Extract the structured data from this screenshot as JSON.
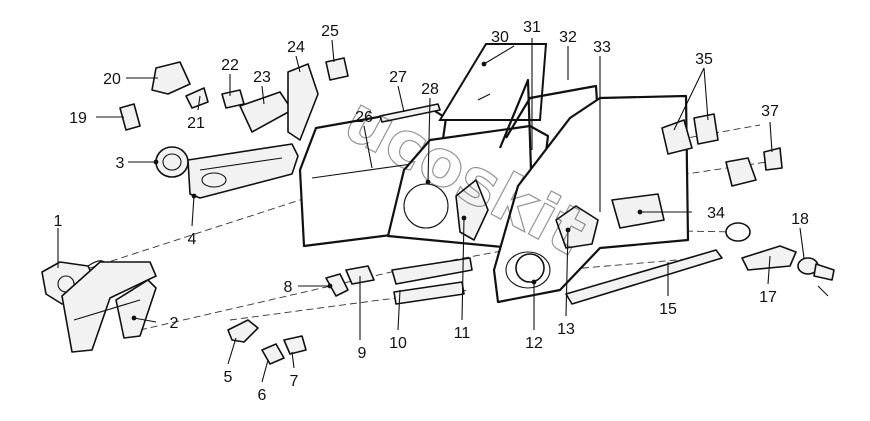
{
  "watermark": "ucoskit",
  "callouts": [
    {
      "id": "1",
      "label": "1"
    },
    {
      "id": "2",
      "label": "2"
    },
    {
      "id": "3",
      "label": "3"
    },
    {
      "id": "4",
      "label": "4"
    },
    {
      "id": "5",
      "label": "5"
    },
    {
      "id": "6",
      "label": "6"
    },
    {
      "id": "7",
      "label": "7"
    },
    {
      "id": "8",
      "label": "8"
    },
    {
      "id": "9",
      "label": "9"
    },
    {
      "id": "10",
      "label": "10"
    },
    {
      "id": "11",
      "label": "11"
    },
    {
      "id": "12",
      "label": "12"
    },
    {
      "id": "13",
      "label": "13"
    },
    {
      "id": "15",
      "label": "15"
    },
    {
      "id": "17",
      "label": "17"
    },
    {
      "id": "18",
      "label": "18"
    },
    {
      "id": "19",
      "label": "19"
    },
    {
      "id": "20",
      "label": "20"
    },
    {
      "id": "21",
      "label": "21"
    },
    {
      "id": "22",
      "label": "22"
    },
    {
      "id": "23",
      "label": "23"
    },
    {
      "id": "24",
      "label": "24"
    },
    {
      "id": "25",
      "label": "25"
    },
    {
      "id": "26",
      "label": "26"
    },
    {
      "id": "27",
      "label": "27"
    },
    {
      "id": "28",
      "label": "28"
    },
    {
      "id": "30",
      "label": "30"
    },
    {
      "id": "31",
      "label": "31"
    },
    {
      "id": "32",
      "label": "32"
    },
    {
      "id": "33",
      "label": "33"
    },
    {
      "id": "34",
      "label": "34"
    },
    {
      "id": "35",
      "label": "35"
    },
    {
      "id": "37",
      "label": "37"
    }
  ]
}
